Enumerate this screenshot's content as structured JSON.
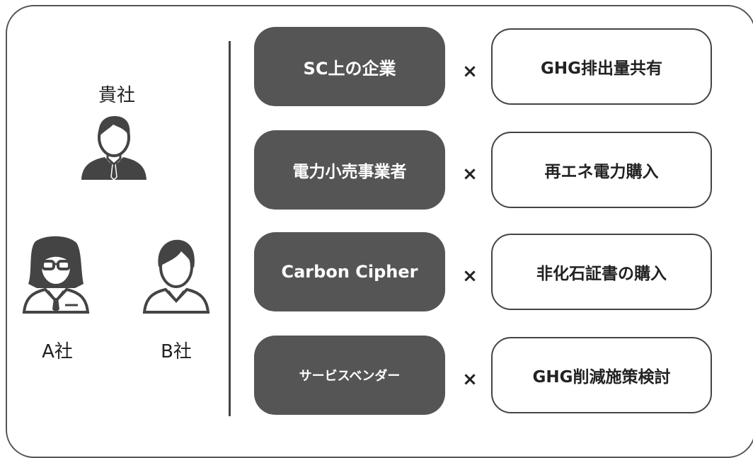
{
  "people": {
    "main": {
      "label": "貴社",
      "icon": "businessman-icon"
    },
    "a": {
      "label": "A社",
      "icon": "businesswoman-glasses-icon"
    },
    "b": {
      "label": "B社",
      "icon": "person-icon"
    }
  },
  "rows": [
    {
      "actor": "SC上の企業",
      "operator": "×",
      "action": "GHG排出量共有"
    },
    {
      "actor": "電力小売事業者",
      "operator": "×",
      "action": "再エネ電力購入"
    },
    {
      "actor": "Carbon Cipher",
      "operator": "×",
      "action": "非化石証書の購入"
    },
    {
      "actor": "サービスベンダー",
      "operator": "×",
      "action": "GHG削減施策検討"
    }
  ],
  "colors": {
    "actor_fill": "#555555",
    "border": "#444444",
    "icon_fill": "#444444"
  }
}
